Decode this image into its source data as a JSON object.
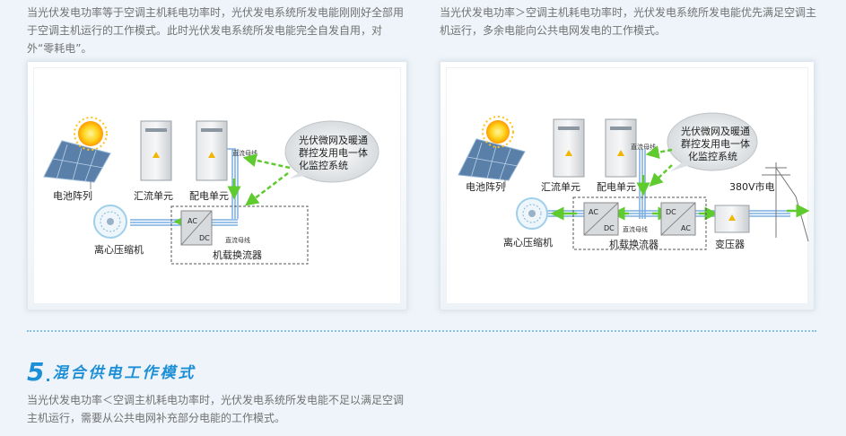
{
  "left_text": "当光伏发电功率等于空调主机耗电功率时，光伏发电系统所发电能刚刚好全部用于空调主机运行的工作模式。此时光伏发电系统所发电能完全自发自用，对外“零耗电”。",
  "right_text": "当光伏发电功率＞空调主机耗电功率时，光伏发电系统所发电能优先满足空调主机运行，多余电能向公共电网发电的工作模式。",
  "left_diagram": {
    "solar_label": "电池阵列",
    "combiner_label": "汇流单元",
    "distribution_label": "配电单元",
    "dc_bus_top": "直流母线",
    "dc_bus_bottom": "直流母线",
    "bubble_line1": "光伏微网及暖通",
    "bubble_line2": "群控发用电一体",
    "bubble_line3": "化监控系统",
    "compressor_label": "离心压缩机",
    "converter_label": "机载换流器",
    "ac": "AC",
    "dc": "DC"
  },
  "right_diagram": {
    "solar_label": "电池阵列",
    "combiner_label": "汇流单元",
    "distribution_label": "配电单元",
    "dc_bus_top": "直流母线",
    "dc_bus_bottom": "直流母线",
    "bubble_line1": "光伏微网及暖通",
    "bubble_line2": "群控发用电一体",
    "bubble_line3": "化监控系统",
    "grid_label": "380V市电",
    "compressor_label": "离心压缩机",
    "converter_label": "机载换流器",
    "transformer_label": "变压器",
    "ac": "AC",
    "dc": "DC"
  },
  "section": {
    "number": "5",
    "dot": ".",
    "title": "混合供电工作模式"
  },
  "bottom_text": "当光伏发电功率＜空调主机耗电功率时，光伏发电系统所发电能不足以满足空调主机运行，需要从公共电网补充部分电能的工作模式。",
  "colors": {
    "accent_blue": "#1d8fd6",
    "arrow_green": "#5fcb2e",
    "wire_blue": "#7aaee0"
  }
}
